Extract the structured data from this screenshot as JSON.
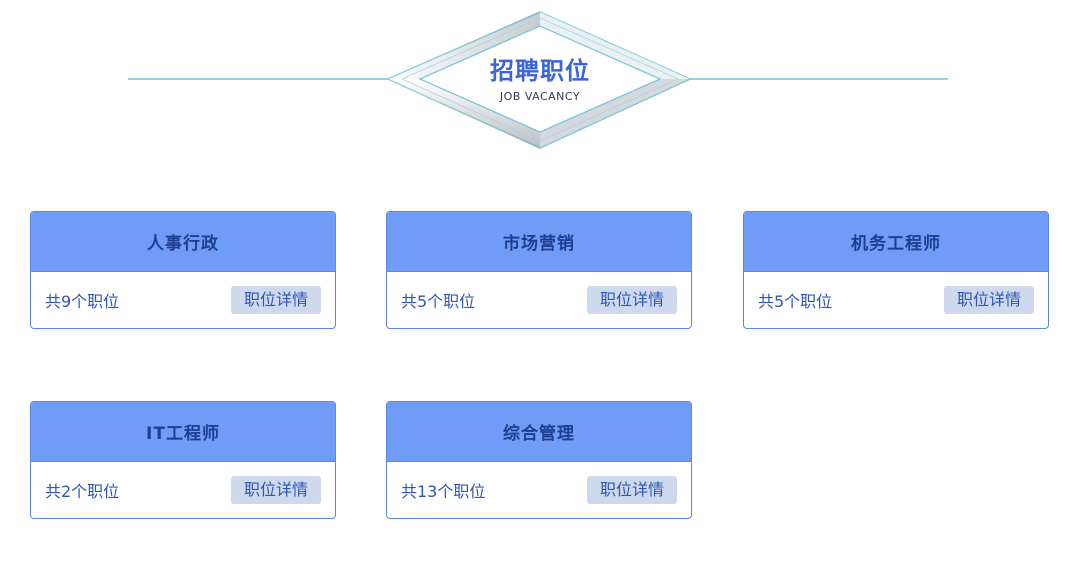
{
  "header": {
    "title": "招聘职位",
    "subtitle": "JOB VACANCY"
  },
  "theme": {
    "accent": "#709cf8",
    "line": "#6fc3dc",
    "text_blue": "#2e56b8",
    "button_bg": "#cfd9ee"
  },
  "categories": [
    {
      "title": "人事行政",
      "count": "共9个职位",
      "button": "职位详情"
    },
    {
      "title": "市场营销",
      "count": "共5个职位",
      "button": "职位详情"
    },
    {
      "title": "机务工程师",
      "count": "共5个职位",
      "button": "职位详情"
    },
    {
      "title": "IT工程师",
      "count": "共2个职位",
      "button": "职位详情"
    },
    {
      "title": "综合管理",
      "count": "共13个职位",
      "button": "职位详情"
    }
  ]
}
